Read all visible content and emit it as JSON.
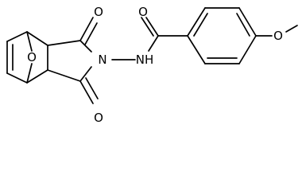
{
  "structure": {
    "atoms": {
      "O_ketone_top": "O",
      "O_ketone_bottom": "O",
      "O_bridge": "O",
      "N_imide": "N",
      "NH_amide": "NH",
      "O_amide": "O",
      "O_methoxy": "O"
    }
  }
}
